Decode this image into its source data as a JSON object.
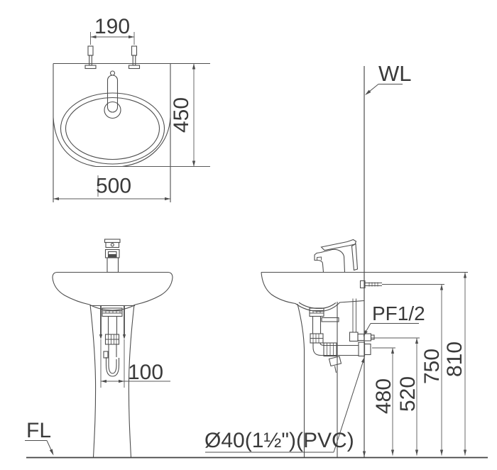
{
  "labels": {
    "wall_line": "WL",
    "floor_line": "FL",
    "supply_thread": "PF1/2",
    "drain_pipe_spec": "Ø40(1½\")(PVC)"
  },
  "dims": {
    "hole_spacing": "190",
    "basin_depth": "450",
    "basin_width": "500",
    "trap_offset": "100",
    "drain_outlet_height": "480",
    "supply_height": "520",
    "bolt_height": "750",
    "rim_height": "810"
  },
  "colors": {
    "object_line": "#4e4e4e",
    "dim_line": "#5a5a5a",
    "text": "#3a3a3a",
    "floor_line": "#434343",
    "background": "#ffffff"
  }
}
